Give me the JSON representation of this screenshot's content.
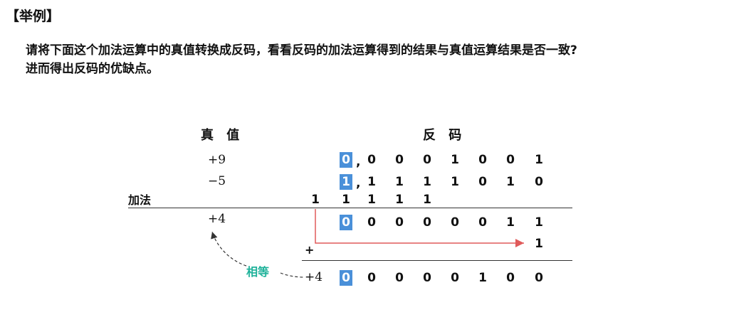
{
  "title": "【举例】",
  "question": {
    "line1": "请将下面这个加法运算中的真值转换成反码，看看反码的加法运算得到的结果与真值运算结果是否一致?",
    "line2": "进而得出反码的优缺点。"
  },
  "headers": {
    "true_value": "真 值",
    "ones_complement": "反 码"
  },
  "operation_label": "加法",
  "equal_label": "相等",
  "plus_sign": "+",
  "true_values": {
    "a": "+9",
    "b": "−5",
    "sum": "+4",
    "final": "+4"
  },
  "comma": ",",
  "rows": {
    "a": [
      "0",
      "0",
      "0",
      "0",
      "1",
      "0",
      "0",
      "1"
    ],
    "b": [
      "1",
      "1",
      "1",
      "1",
      "1",
      "0",
      "1",
      "0"
    ],
    "carry": [
      "1",
      "1",
      "1",
      "1",
      "1"
    ],
    "sum": [
      "0",
      "0",
      "0",
      "0",
      "0",
      "0",
      "1",
      "1"
    ],
    "end_carry": "1",
    "final": [
      "0",
      "0",
      "0",
      "0",
      "0",
      "1",
      "0",
      "0"
    ]
  },
  "colors": {
    "sign_highlight": "#4a90d9",
    "end_around_arrow": "#e05a5a",
    "equal_text": "#1fb29a"
  }
}
